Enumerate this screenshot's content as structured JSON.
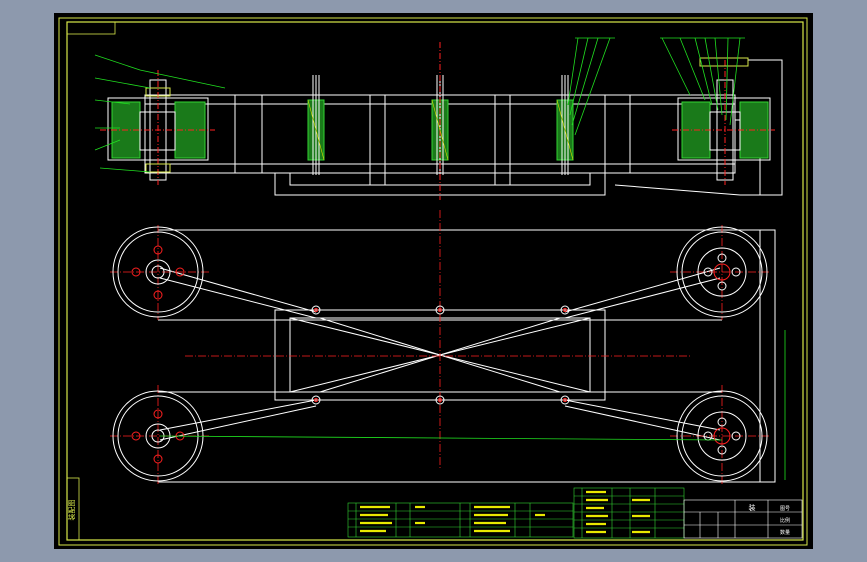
{
  "window": {
    "background": "#8d99ad"
  },
  "colors": {
    "paper": "#000000",
    "border": "#d8e84a",
    "outline": "#ffffff",
    "centerline": "#ff2020",
    "section": "#33d433",
    "hatch": "#d8d800",
    "leader": "#20e020",
    "table_text": "#e8e800"
  },
  "title_block": {
    "side_label": "装配图",
    "title": "装",
    "cells": [
      "图号",
      "比例",
      "数量"
    ]
  },
  "drawing": {
    "views": [
      "front-view",
      "top-view"
    ],
    "pulleys": 4,
    "rollers": 6
  }
}
